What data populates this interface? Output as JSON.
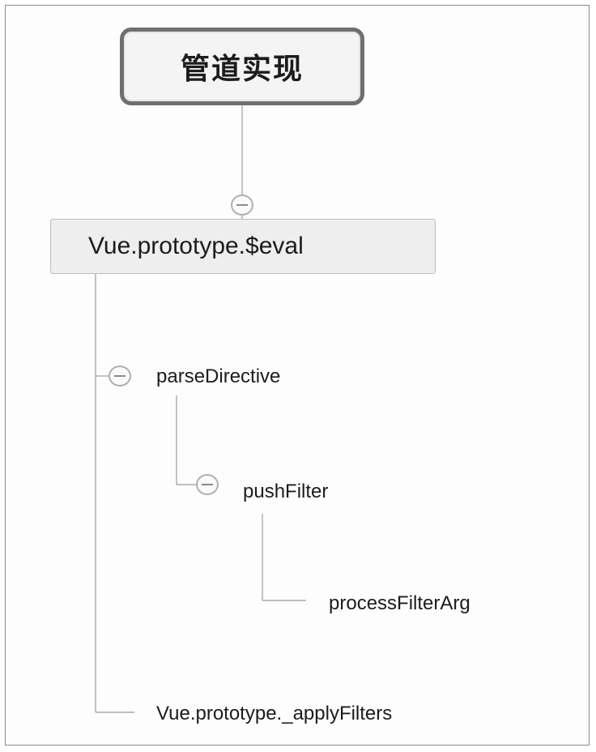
{
  "diagram": {
    "root": {
      "label": "管道实现"
    },
    "eval_node": {
      "label": "Vue.prototype.$eval"
    },
    "children": {
      "parse_directive": {
        "label": "parseDirective"
      },
      "push_filter": {
        "label": "pushFilter"
      },
      "process_filter_arg": {
        "label": "processFilterArg"
      },
      "apply_filters": {
        "label": "Vue.prototype._applyFilters"
      }
    }
  }
}
